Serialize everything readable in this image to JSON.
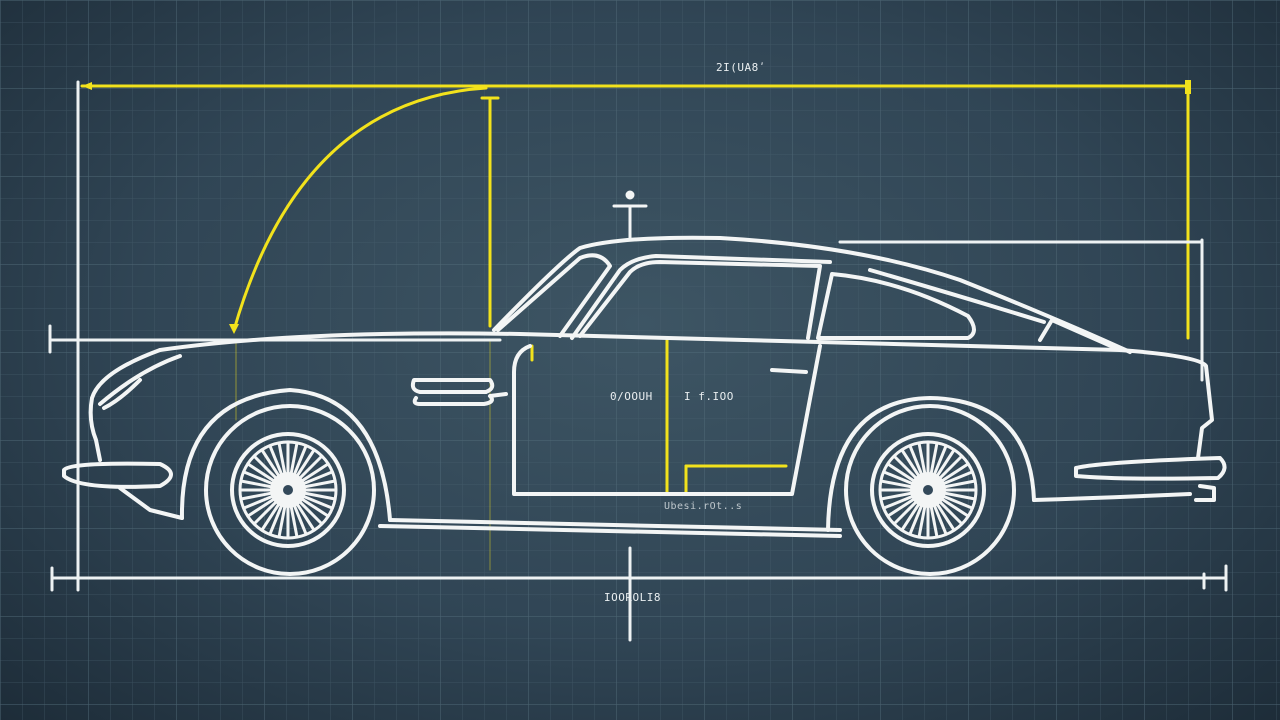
{
  "diagram": {
    "title": "Classic coupe side-profile blueprint",
    "colors": {
      "background": "#33495a",
      "grid": "#4a6270",
      "outline": "#f2f4f4",
      "dimension_yellow": "#f2e21c"
    },
    "labels": {
      "top_dimension": "2I(UA8ʹ",
      "door_left": "0/OOUH",
      "door_right": "I f.IOO",
      "sill": "Ubesi.rOt..s",
      "bottom_dimension": "IOOROLI8"
    },
    "elements": [
      "car-body-outline",
      "front-wheel",
      "rear-wheel",
      "door",
      "windshield",
      "side-window",
      "rear-quarter-window",
      "door-handle",
      "front-vent",
      "roof-antenna",
      "front-bumper",
      "rear-bumper",
      "overall-length-dimension",
      "overall-height-dimension",
      "hood-arc-dimension",
      "door-dimension"
    ]
  }
}
